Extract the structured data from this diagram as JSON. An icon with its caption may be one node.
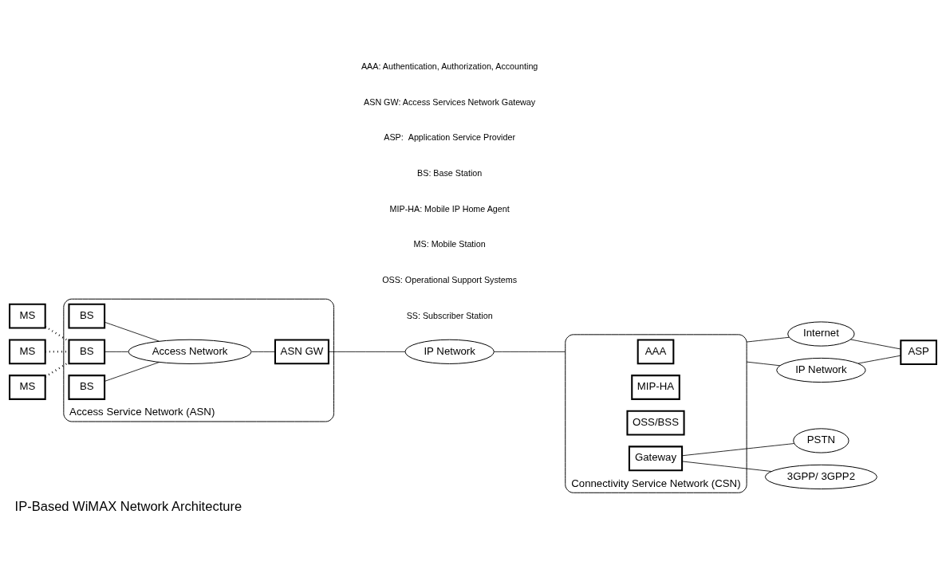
{
  "diagram": {
    "caption": "IP-Based WiMAX Network Architecture",
    "nodes": [
      {
        "text": [
          "Access Service Network (ASN)"
        ]
      },
      {
        "text": [
          "MS"
        ]
      },
      {
        "text": [
          "MS"
        ]
      },
      {
        "text": [
          "MS"
        ]
      },
      {
        "text": [
          "BS"
        ],
        "in": 0
      },
      {
        "text": [
          "BS"
        ],
        "in": 0
      },
      {
        "text": [
          "BS"
        ],
        "in": 0
      },
      {
        "text": [
          "Access Network"
        ],
        "in": 0
      },
      {
        "text": [
          "ASN GW"
        ],
        "in": 0
      },
      {
        "text": [
          "IP Network"
        ]
      },
      {
        "text": [
          "Connectivity Service Network (CSN)"
        ]
      },
      {
        "text": [
          "AAA"
        ],
        "in": 10
      },
      {
        "text": [
          "MIP-HA"
        ],
        "in": 10
      },
      {
        "text": [
          "OSS/BSS"
        ],
        "in": 10
      },
      {
        "text": [
          "Gateway"
        ],
        "in": 10
      },
      {
        "text": [
          "Internet"
        ]
      },
      {
        "text": [
          "IP Network"
        ]
      },
      {
        "text": [
          "ASP"
        ]
      },
      {
        "text": [
          "PSTN"
        ]
      },
      {
        "text": [
          "3GPP/ 3GPP2"
        ]
      }
    ],
    "edges": [
      {
        "from": 1,
        "to": 5,
        "arrow": "none",
        "style": "dashed"
      },
      {
        "from": 2,
        "to": 5,
        "arrow": "none",
        "style": "dashed"
      },
      {
        "from": 3,
        "to": 5,
        "arrow": "none",
        "style": "dashed"
      },
      {
        "from": 4,
        "to": 7,
        "arrow": "none"
      },
      {
        "from": 5,
        "to": 7,
        "arrow": "none"
      },
      {
        "from": 6,
        "to": 7,
        "arrow": "none"
      },
      {
        "from": 7,
        "to": 8,
        "arrow": "none"
      },
      {
        "from": 8,
        "to": 9,
        "arrow": "none"
      },
      {
        "from": 9,
        "to": 10,
        "arrow": "none"
      },
      {
        "from": 10,
        "to": 15,
        "arrow": "none"
      },
      {
        "from": 10,
        "to": 16,
        "arrow": "none"
      },
      {
        "from": 15,
        "to": 17,
        "arrow": "none"
      },
      {
        "from": 16,
        "to": 17,
        "arrow": "none"
      },
      {
        "from": 14,
        "to": 18,
        "arrow": "none"
      },
      {
        "from": 14,
        "to": 19,
        "arrow": "none"
      }
    ],
    "labels": [
      "AAA: Authentication, Authorization, Accounting",
      "ASN GW: Access Services Network Gateway",
      "ASP:  Application Service Provider",
      "BS: Base Station",
      "MIP-HA: Mobile IP Home Agent",
      "MS: Mobile Station",
      "OSS: Operational Support Systems",
      "SS: Subscriber Station"
    ]
  }
}
